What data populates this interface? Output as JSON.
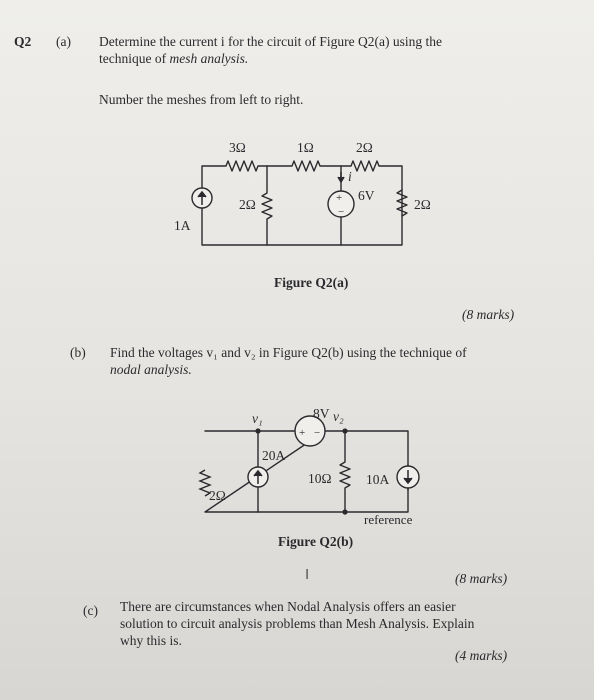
{
  "q2": {
    "number": "Q2",
    "a": {
      "label": "(a)",
      "line1": "Determine the current i for the circuit of Figure Q2(a) using the",
      "line2_pre": "technique of ",
      "line2_em": "mesh analysis.",
      "note": "Number the meshes from left to right.",
      "fig": {
        "r_top_left": "3Ω",
        "r_top_mid": "1Ω",
        "r_top_right": "2Ω",
        "r_shunt": "2Ω",
        "r_right": "2Ω",
        "source_current": "1A",
        "source_voltage": "6V",
        "current_label": "i",
        "caption": "Figure Q2(a)"
      },
      "marks": "(8 marks)"
    },
    "b": {
      "label": "(b)",
      "line1": "Find the voltages v₁ and v₂ in Figure Q2(b) using the technique of",
      "line2": "nodal analysis.",
      "fig": {
        "node1": "v₁",
        "node2": "v₂",
        "source_voltage": "8V",
        "source_current_mid": "20A",
        "r_left": "2Ω",
        "r_mid": "10Ω",
        "source_current_right": "10A",
        "reference": "reference",
        "caption": "Figure Q2(b)"
      },
      "marks": "(8 marks)"
    },
    "c": {
      "label": "(c)",
      "line1": "There are circumstances when Nodal Analysis offers an easier",
      "line2": "solution to circuit analysis problems than Mesh Analysis. Explain",
      "line3": "why this is.",
      "marks": "(4 marks)"
    }
  }
}
